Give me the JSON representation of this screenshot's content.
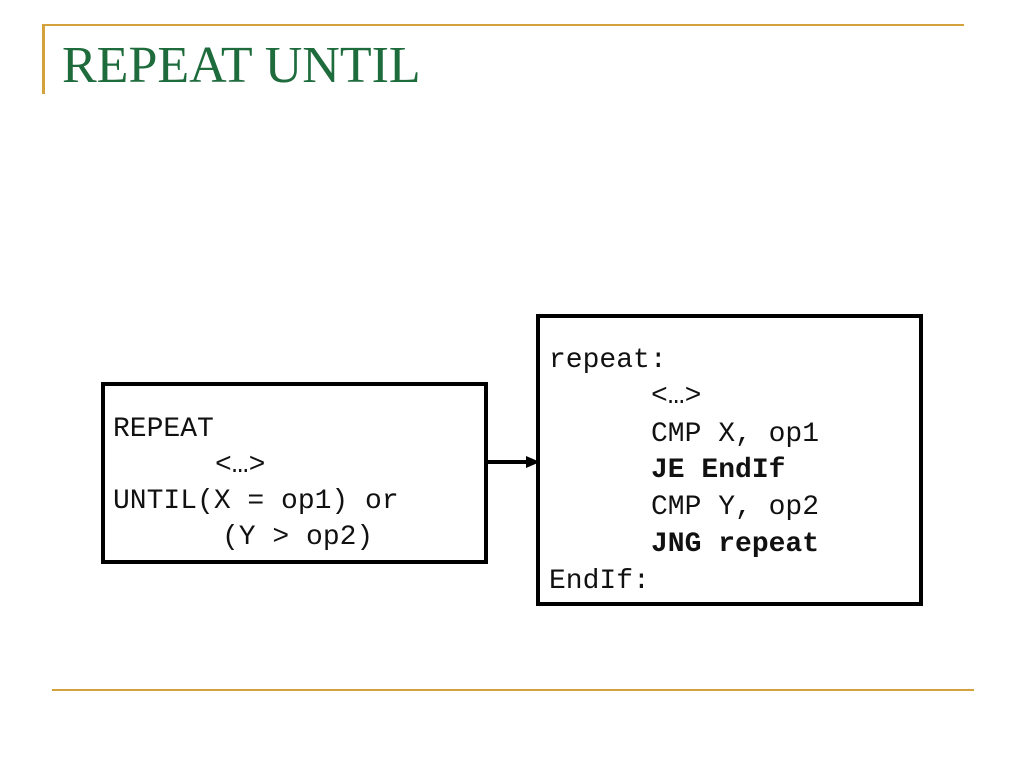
{
  "slide": {
    "title": "REPEAT UNTIL"
  },
  "left_box": {
    "lines": [
      "REPEAT",
      "<…>",
      "UNTIL(X = op1) or",
      "(Y > op2)"
    ]
  },
  "right_box": {
    "lines": [
      "repeat:",
      "<…>",
      "CMP X, op1",
      "JE EndIf",
      "CMP Y, op2",
      "JNG repeat",
      "EndIf:"
    ]
  },
  "colors": {
    "title": "#1e6b3c",
    "accent_rule": "#d4a23c",
    "box_border": "#000000"
  }
}
